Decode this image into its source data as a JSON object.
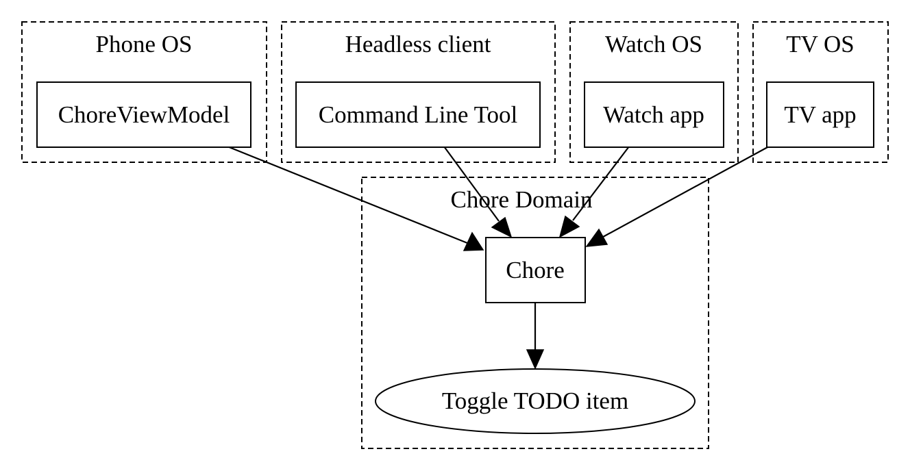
{
  "clusters": {
    "phone_os": {
      "label": "Phone OS"
    },
    "headless_client": {
      "label": "Headless client"
    },
    "watch_os": {
      "label": "Watch OS"
    },
    "tv_os": {
      "label": "TV OS"
    },
    "chore_domain": {
      "label": "Chore Domain"
    }
  },
  "nodes": {
    "chore_view_model": {
      "label": "ChoreViewModel",
      "shape": "box"
    },
    "command_line_tool": {
      "label": "Command Line Tool",
      "shape": "box"
    },
    "watch_app": {
      "label": "Watch app",
      "shape": "box"
    },
    "tv_app": {
      "label": "TV app",
      "shape": "box"
    },
    "chore": {
      "label": "Chore",
      "shape": "box"
    },
    "toggle_todo_item": {
      "label": "Toggle TODO item",
      "shape": "ellipse"
    }
  },
  "edges": [
    {
      "from": "ChoreViewModel",
      "to": "Chore"
    },
    {
      "from": "Command Line Tool",
      "to": "Chore"
    },
    {
      "from": "Watch app",
      "to": "Chore"
    },
    {
      "from": "TV app",
      "to": "Chore"
    },
    {
      "from": "Chore",
      "to": "Toggle TODO item"
    }
  ]
}
